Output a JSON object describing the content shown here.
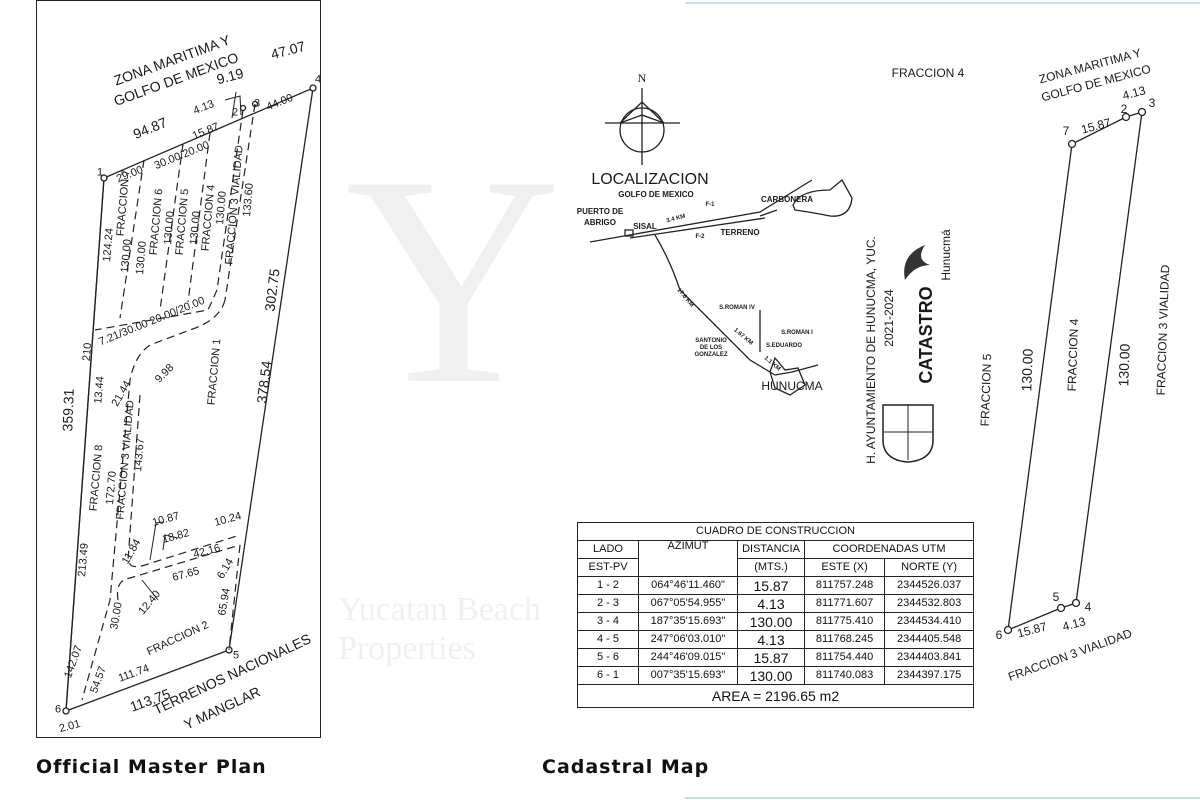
{
  "watermark": {
    "brand": "Yucatan Beach Properties",
    "letter": "Y"
  },
  "captions": {
    "left": "Official Master Plan",
    "right": "Cadastral Map"
  },
  "master_plan": {
    "labels": [
      "ZONA MARITIMA Y",
      "GOLFO DE MEXICO",
      "9.19",
      "47.07",
      "4",
      "94.87",
      "4.13",
      "15.87",
      "2",
      "3",
      "44.00",
      "1",
      "29.00",
      "30.00/20.00",
      "FRACCION 7",
      "124.24",
      "130.00",
      "130.00",
      "FRACCION 6",
      "130.00",
      "FRACCION 5",
      "130.00",
      "FRACCION 4",
      "130.00",
      "FRACCION 3 VIALIDAD",
      "133.60",
      "302.75",
      "378.54",
      "359.31",
      "7.21/30.00 20.00/20.00",
      "210",
      "13.44",
      "21.44",
      "9.98",
      "FRACCION 1",
      "FRACCION 8",
      "172.70",
      "FRACCION 3 VIALIDAD",
      "143.67",
      "213.49",
      "10.87",
      "18.82",
      "42.16",
      "10.24",
      "11.84",
      "67.65",
      "6.14",
      "30.00",
      "12.40",
      "FRACCION 2",
      "65.94",
      "5",
      "142.07",
      "54.57",
      "111.74",
      "113.75",
      "TERRENOS NACIONALES",
      "Y MANGLAR",
      "6",
      "2.01"
    ]
  },
  "location_map": {
    "north": "N",
    "title": "LOCALIZACION",
    "labels": [
      "GOLFO DE MEXICO",
      "PUERTO DE",
      "ABRIGO",
      "SISAL",
      "3.4 KM",
      "F-1",
      "F-2",
      "TERRENO",
      "CARBONERA",
      "17.6 KM",
      "S.ROMAN IV",
      "SANTONIO",
      "DE LOS",
      "GONZALEZ",
      "1.67 KM",
      "S.ROMAN I",
      "S.EDUARDO",
      "1.1 KM",
      "HUNUCMA"
    ],
    "seal": {
      "org": "H. AYUNTAMIENTO DE HUNUCMA, YUC.",
      "period": "2021-2024",
      "dept": "CATASTRO",
      "logo_text": "Hunucmá"
    }
  },
  "cadastral": {
    "labels": [
      "FRACCION 4",
      "ZONA MARITIMA Y",
      "GOLFO DE MEXICO",
      "4.13",
      "7",
      "15.87",
      "2",
      "3",
      "FRACCION 5",
      "130.00",
      "FRACCION 4",
      "130.00",
      "FRACCION 3 VIALIDAD",
      "5",
      "4",
      "6",
      "15.87",
      "4.13",
      "FRACCION 3 VIALIDAD"
    ]
  },
  "table": {
    "title": "CUADRO DE CONSTRUCCION",
    "headers": {
      "lado": "LADO",
      "est_pv": "EST-PV",
      "azimut": "AZIMUT",
      "distancia": "DISTANCIA",
      "mts": "(MTS.)",
      "coords": "COORDENADAS UTM",
      "este": "ESTE (X)",
      "norte": "NORTE (Y)"
    },
    "rows": [
      [
        "1 - 2",
        "064°46'11.460\"",
        "15.87",
        "811757.248",
        "2344526.037"
      ],
      [
        "2 - 3",
        "067°05'54.955\"",
        "4.13",
        "811771.607",
        "2344532.803"
      ],
      [
        "3 - 4",
        "187°35'15.693\"",
        "130.00",
        "811775.410",
        "2344534.410"
      ],
      [
        "4 - 5",
        "247°06'03.010\"",
        "4.13",
        "811768.245",
        "2344405.548"
      ],
      [
        "5 - 6",
        "244°46'09.015\"",
        "15.87",
        "811754.440",
        "2344403.841"
      ],
      [
        "6 - 1",
        "007°35'15.693\"",
        "130.00",
        "811740.083",
        "2344397.175"
      ]
    ],
    "area": "AREA = 2196.65 m2"
  }
}
